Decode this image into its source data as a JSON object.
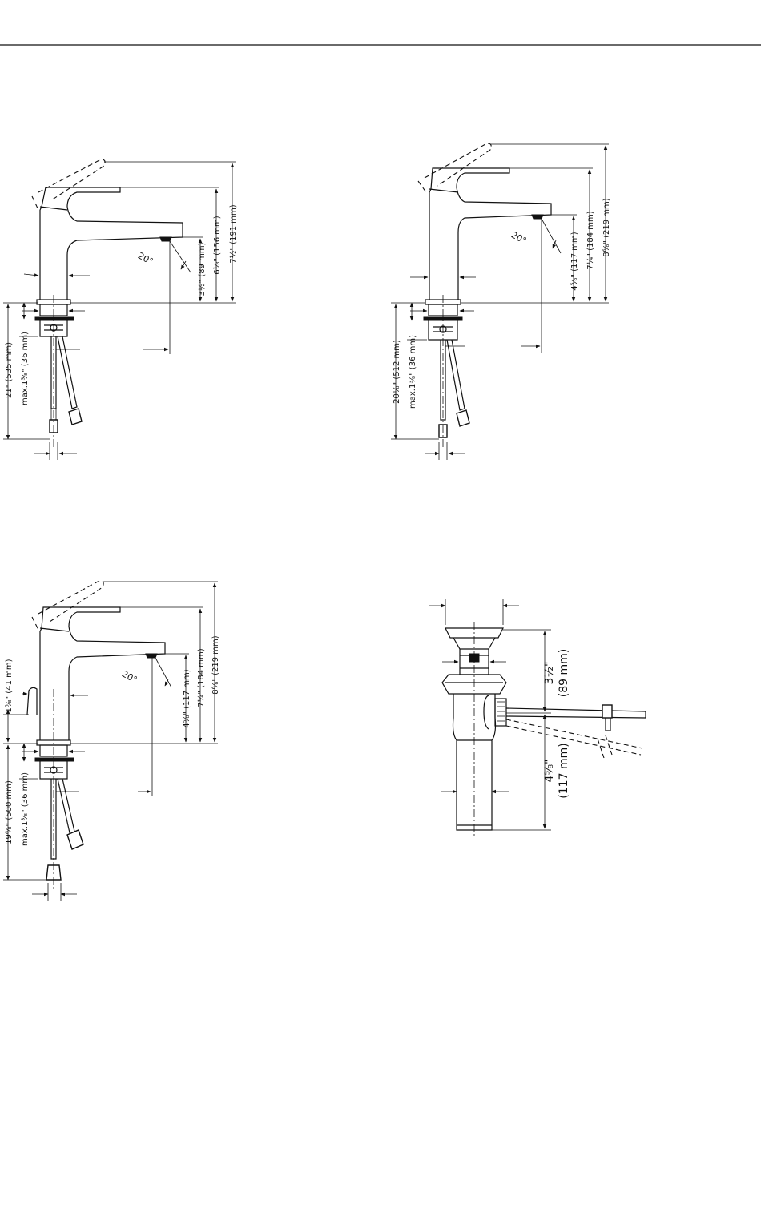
{
  "drawings": {
    "d1": {
      "h_total": "7½\" (191 mm)",
      "h_lever": "6¹⁄₈\" (156 mm)",
      "h_spout": "3½\" (89 mm)",
      "angle": "20°",
      "supply_len": "21\" (535 mm)",
      "deck_max": "max.1³⁄₈\" (36 mm)"
    },
    "d2": {
      "h_total": "8⁶⁄₈\" (219 mm)",
      "h_lever": "7¼\" (184 mm)",
      "h_spout": "4⁵⁄₈\" (117 mm)",
      "angle": "20°",
      "supply_len": "20¹⁄₈\" (512 mm)",
      "deck_max": "max.1³⁄₈\" (36 mm)"
    },
    "d3": {
      "h_total": "8⁶⁄₈\" (219 mm)",
      "h_lever": "7¼\" (184 mm)",
      "h_spout": "4⁵⁄₈\" (117 mm)",
      "angle": "20°",
      "rod_height": "1⁵⁄₈\" (41 mm)",
      "supply_len": "19⁶⁄₈\" (500 mm)",
      "deck_max": "max.1³⁄₈\" (36 mm)"
    },
    "d4": {
      "upper_in": "3½\"",
      "upper_mm": "(89 mm)",
      "lower_in": "4⁵⁄₈\"",
      "lower_mm": "(117 mm)"
    }
  }
}
